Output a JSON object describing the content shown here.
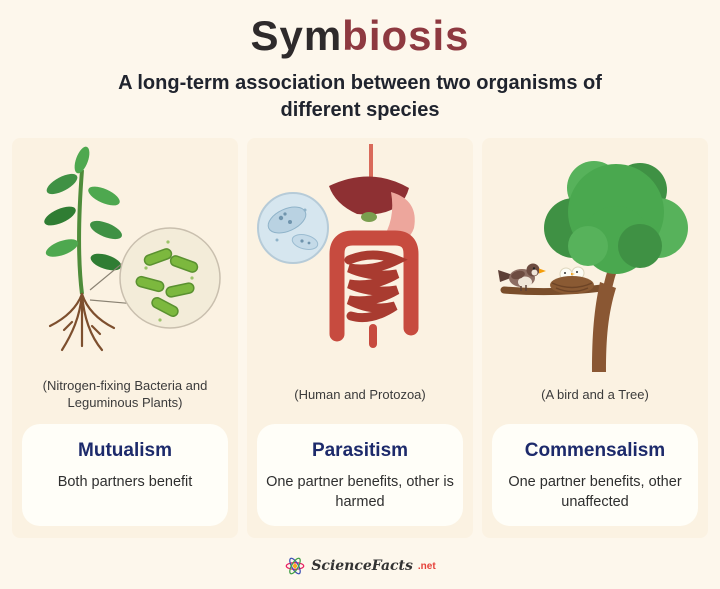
{
  "title": {
    "part1": "Sym",
    "part2": "biosis"
  },
  "subtitle": "A long-term association between two organisms of different species",
  "columns": [
    {
      "illustration": "nitrogen-fixing-bacteria-and-plant",
      "caption": "(Nitrogen-fixing Bacteria and Leguminous Plants)",
      "heading": "Mutualism",
      "description": "Both partners benefit"
    },
    {
      "illustration": "human-digestive-system-and-protozoa",
      "caption": "(Human and Protozoa)",
      "heading": "Parasitism",
      "description": "One partner benefits, other is harmed"
    },
    {
      "illustration": "bird-nest-and-tree",
      "caption": "(A bird and a Tree)",
      "heading": "Commensalism",
      "description": "One partner benefits, other unaffected"
    }
  ],
  "footer": {
    "brand": "ScienceFacts",
    "tld": ".net"
  },
  "colors": {
    "background": "#fdf7ec",
    "panel": "#fbf2e2",
    "card": "#fffef8",
    "title_primary": "#2e2a2b",
    "title_accent": "#8e3940",
    "heading": "#1d2a6b",
    "brand_accent": "#e5413a"
  }
}
